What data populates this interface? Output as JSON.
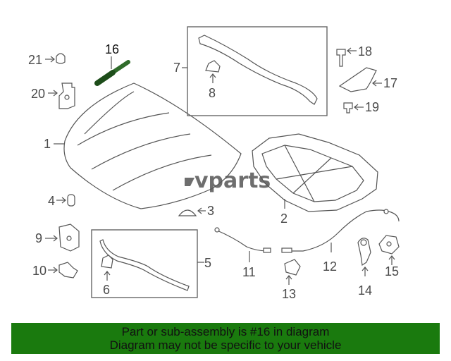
{
  "diagram": {
    "highlight_color": "#1a7a0e",
    "line_color": "#555555",
    "watermark": "vparts",
    "callouts": {
      "p1": "1",
      "p2": "2",
      "p3": "3",
      "p4": "4",
      "p5": "5",
      "p6": "6",
      "p7": "7",
      "p8": "8",
      "p9": "9",
      "p10": "10",
      "p11": "11",
      "p12": "12",
      "p13": "13",
      "p14": "14",
      "p15": "15",
      "p16": "16",
      "p17": "17",
      "p18": "18",
      "p19": "19",
      "p20": "20",
      "p21": "21"
    }
  },
  "banner": {
    "line1": "Part or sub-assembly is #16 in diagram",
    "line2": "Diagram may not be specific to your vehicle"
  }
}
